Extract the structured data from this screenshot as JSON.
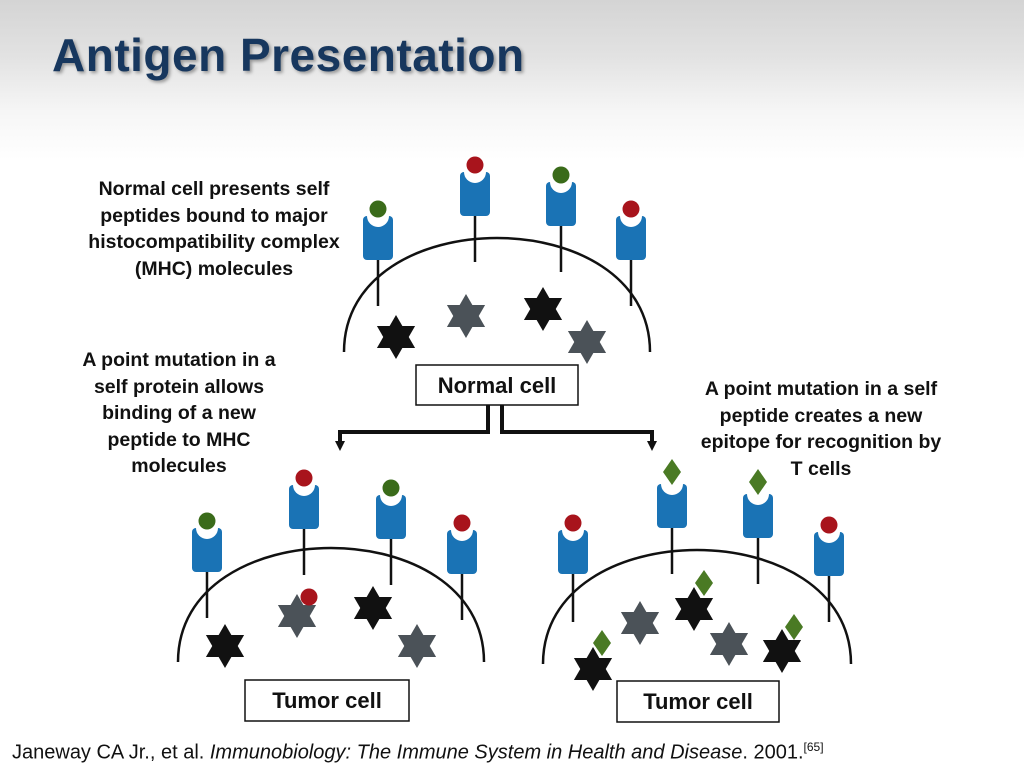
{
  "slide": {
    "title": "Antigen Presentation"
  },
  "annotations": {
    "normal_cell_note": [
      "Normal cell presents self",
      "peptides bound to major",
      "histocompatibility complex",
      "(MHC) molecules"
    ],
    "left_mutation_note": [
      "A point mutation in a",
      "self protein allows",
      "binding of a new",
      "peptide to MHC",
      "molecules"
    ],
    "right_mutation_note": [
      "A point mutation in a self",
      "peptide creates a new",
      "epitope for recognition by",
      "T cells"
    ]
  },
  "cells": {
    "normal": {
      "label": "Normal cell"
    },
    "tumor_left": {
      "label": "Tumor cell"
    },
    "tumor_right": {
      "label": "Tumor cell"
    }
  },
  "colors": {
    "mhc_blue": "#1a73b5",
    "peptide_green": "#3a6b1a",
    "peptide_red": "#a8141c",
    "mutant_diamond": "#4a7a24",
    "star_dark": "#111111",
    "star_gray": "#4b5258",
    "title": "#17375e"
  },
  "citation": {
    "authors": "Janeway CA Jr., et al. ",
    "work": "Immunobiology: The Immune System in Health and Disease",
    "year": ". 2001.",
    "ref": "[65]"
  }
}
